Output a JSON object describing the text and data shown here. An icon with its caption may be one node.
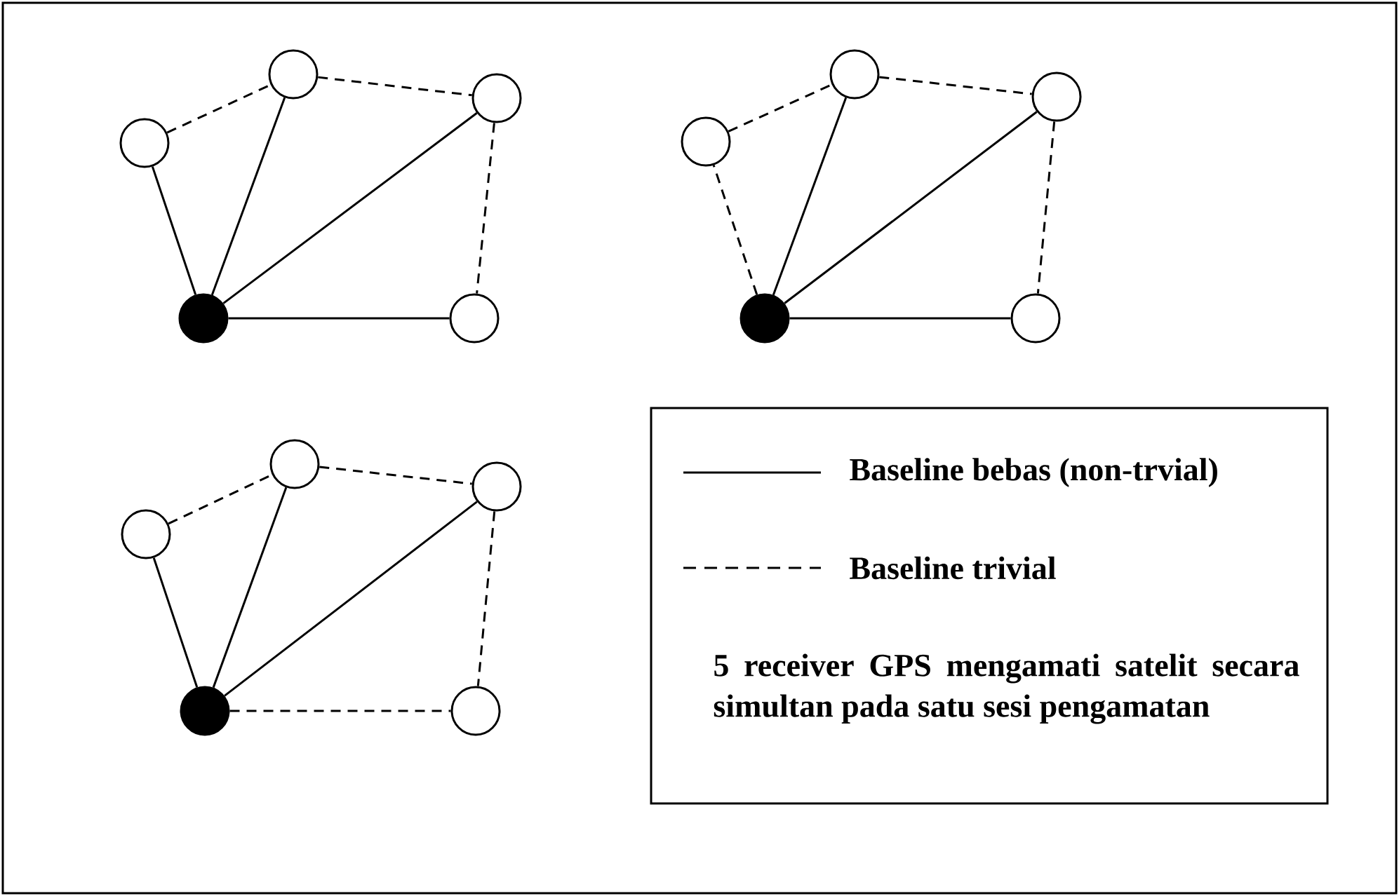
{
  "diagram": {
    "nodes": [
      {
        "text": [],
        "shape": "circle"
      },
      {
        "text": [],
        "shape": "circle"
      },
      {
        "text": [],
        "shape": "circle"
      },
      {
        "text": [],
        "shape": "circle"
      },
      {
        "text": [],
        "shape": "dot"
      },
      {
        "text": [],
        "shape": "circle"
      },
      {
        "text": [],
        "shape": "circle"
      },
      {
        "text": [],
        "shape": "circle"
      },
      {
        "text": [],
        "shape": "circle"
      },
      {
        "text": [],
        "shape": "dot"
      },
      {
        "text": [],
        "shape": "circle"
      },
      {
        "text": [],
        "shape": "circle"
      },
      {
        "text": [],
        "shape": "circle"
      },
      {
        "text": [],
        "shape": "circle"
      },
      {
        "text": [],
        "shape": "dot"
      }
    ],
    "edges": [
      {
        "from": 0,
        "to": 1,
        "arrow": "none",
        "style": "dashed"
      },
      {
        "from": 1,
        "to": 2,
        "arrow": "none",
        "style": "dashed"
      },
      {
        "from": 2,
        "to": 3,
        "arrow": "none",
        "style": "dashed"
      },
      {
        "from": 4,
        "to": 0,
        "arrow": "none"
      },
      {
        "from": 4,
        "to": 1,
        "arrow": "none"
      },
      {
        "from": 4,
        "to": 2,
        "arrow": "none"
      },
      {
        "from": 4,
        "to": 3,
        "arrow": "none"
      },
      {
        "from": 5,
        "to": 6,
        "arrow": "none",
        "style": "dashed"
      },
      {
        "from": 6,
        "to": 7,
        "arrow": "none",
        "style": "dashed"
      },
      {
        "from": 7,
        "to": 8,
        "arrow": "none",
        "style": "dashed"
      },
      {
        "from": 9,
        "to": 5,
        "arrow": "none",
        "style": "dashed"
      },
      {
        "from": 9,
        "to": 6,
        "arrow": "none"
      },
      {
        "from": 9,
        "to": 7,
        "arrow": "none"
      },
      {
        "from": 9,
        "to": 8,
        "arrow": "none"
      },
      {
        "from": 10,
        "to": 11,
        "arrow": "none",
        "style": "dashed"
      },
      {
        "from": 11,
        "to": 12,
        "arrow": "none",
        "style": "dashed"
      },
      {
        "from": 12,
        "to": 13,
        "arrow": "none",
        "style": "dashed"
      },
      {
        "from": 14,
        "to": 10,
        "arrow": "none"
      },
      {
        "from": 14,
        "to": 11,
        "arrow": "none"
      },
      {
        "from": 14,
        "to": 12,
        "arrow": "none"
      },
      {
        "from": 14,
        "to": 13,
        "arrow": "none",
        "style": "dashed"
      }
    ],
    "labels": [
      "5 receiver GPS mengamati satelit secara simultan pada satu sesi pengamatan"
    ],
    "legend": [
      {
        "text": "Baseline bebas (non-trvial)"
      },
      {
        "text": "Baseline trivial"
      }
    ]
  }
}
